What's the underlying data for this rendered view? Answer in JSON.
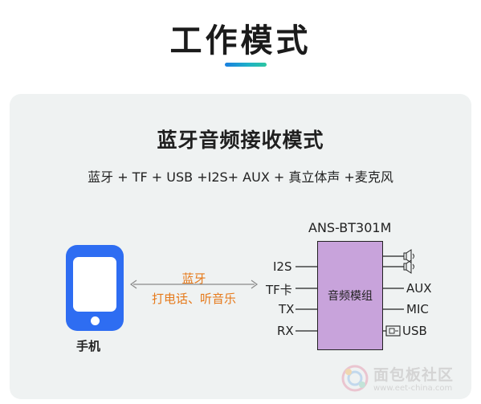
{
  "header": {
    "title": "工作模式"
  },
  "card": {
    "mode_title": "蓝牙音频接收模式",
    "mode_desc": "蓝牙 + TF + USB +I2S+ AUX + 真立体声 +麦克风",
    "module_name": "ANS-BT301M",
    "phone_label": "手机",
    "link_top": "蓝牙",
    "link_bottom": "打电话、听音乐",
    "chip_label": "音频模组",
    "left_pins": [
      "I2S",
      "TF卡",
      "TX",
      "RX"
    ],
    "right_pins": [
      "AUX",
      "MIC",
      "USB"
    ]
  },
  "watermark": {
    "text": "面包板社区",
    "url": "www.eet-china.com"
  },
  "colors": {
    "phone": "#2e6df2",
    "chip": "#c8a3db",
    "link_text": "#e6791a",
    "card_bg": "#eff2f2"
  },
  "icons": [
    "smartphone-icon",
    "speaker-icon",
    "usb-icon",
    "double-arrow-icon"
  ]
}
